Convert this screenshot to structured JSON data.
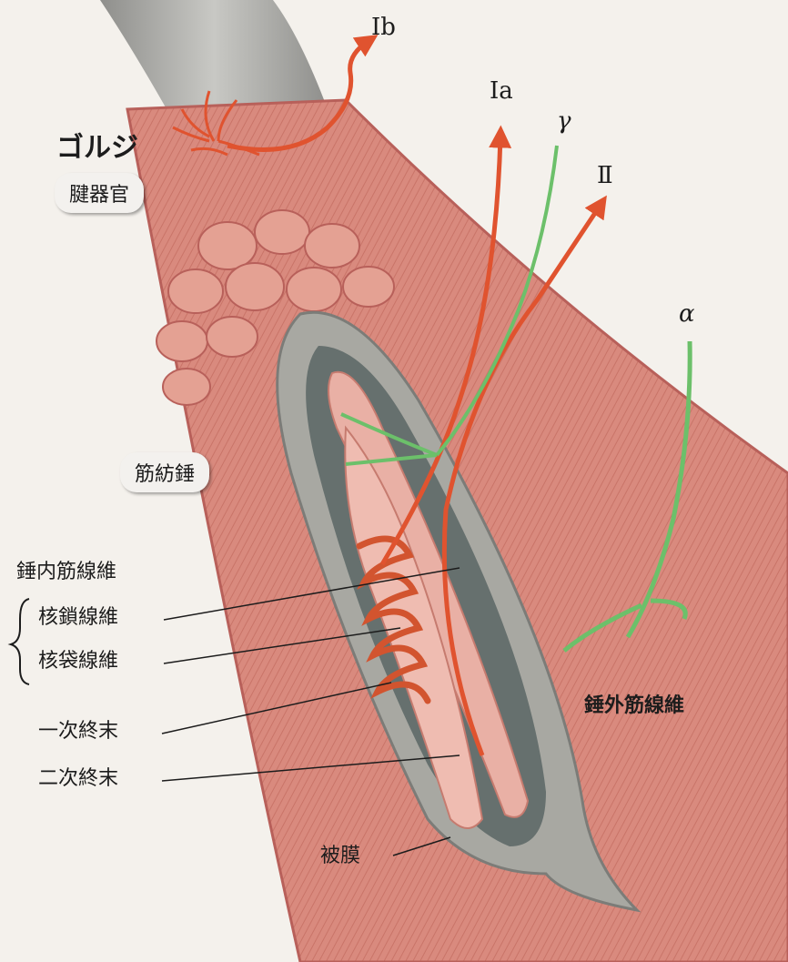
{
  "labels": {
    "ib": "Ⅰb",
    "ia": "Ⅰa",
    "gamma": "γ",
    "ii": "Ⅱ",
    "alpha": "α",
    "golgi": "ゴルジ",
    "tendon_organ": "腱器官",
    "muscle_spindle": "筋紡錘",
    "intrafusal": "錘内筋線維",
    "nuclear_chain": "核鎖線維",
    "nuclear_bag": "核袋線維",
    "primary_ending": "一次終末",
    "secondary_ending": "二次終末",
    "extrafusal": "錘外筋線維",
    "capsule": "被膜"
  },
  "colors": {
    "muscle": "#d98a7e",
    "muscle_dark": "#b8605a",
    "tendon": "#a9a9a6",
    "capsule": "#a8a8a2",
    "afferent": "#e0532f",
    "efferent": "#6cc06a"
  }
}
